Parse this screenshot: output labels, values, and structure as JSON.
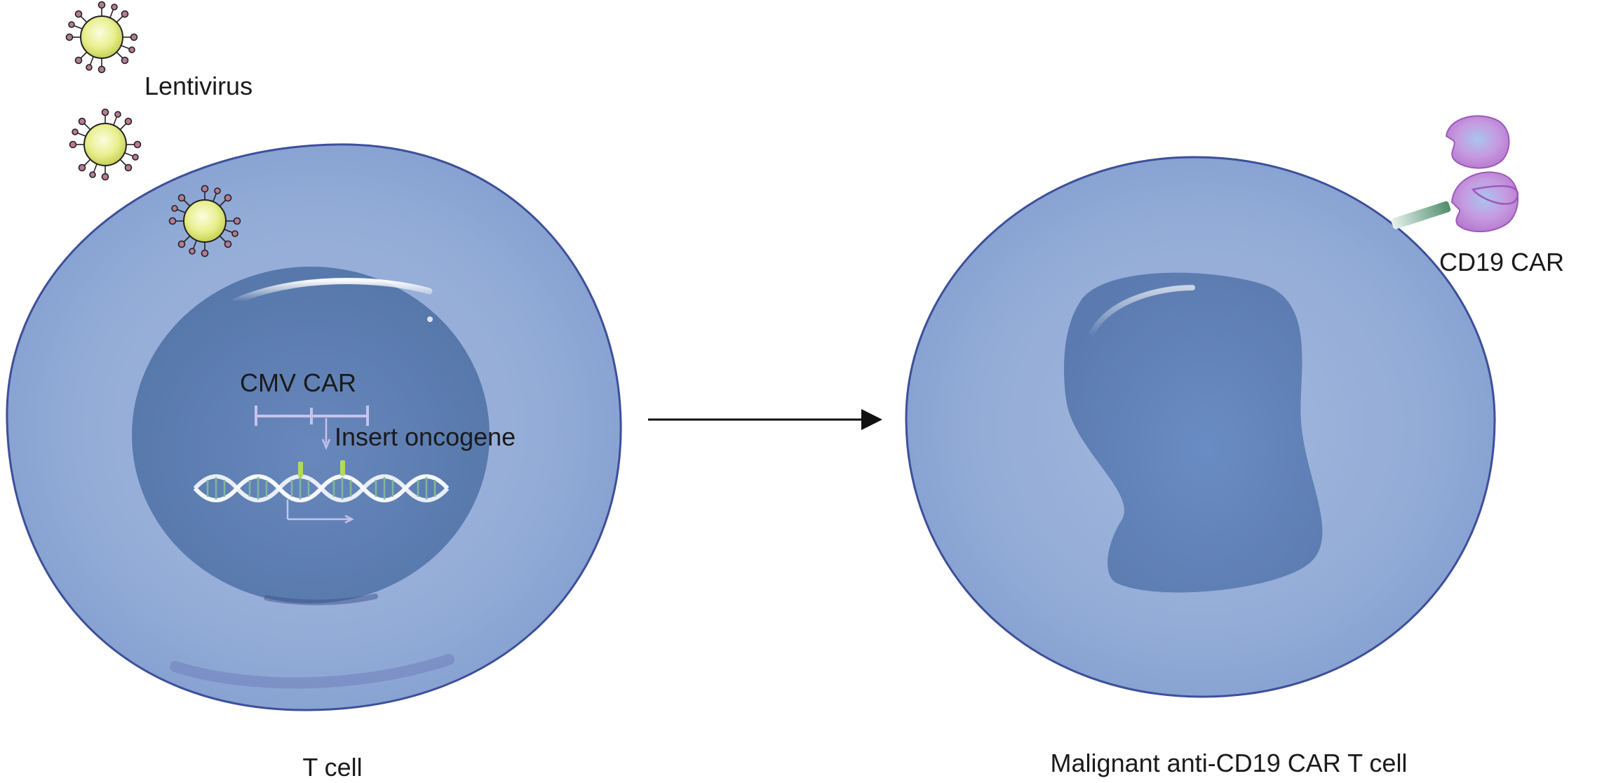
{
  "labels": {
    "lentivirus": "Lentivirus",
    "cmv_car": "CMV CAR",
    "insert_oncogene": "Insert oncogene",
    "cd19_car": "CD19 CAR",
    "t_cell": "T cell",
    "malignant_cell": "Malignant anti-CD19 CAR T cell"
  },
  "colors": {
    "cell_fill": "#8fa9d4",
    "cell_stroke": "#3d4f9a",
    "nucleus_fill": "#5f80b2",
    "virus_core": "#eef29a",
    "virus_spike": "#a0607a",
    "car_receptor": "#c48ad6",
    "car_stalk": "#5f9a7a",
    "arrow": "#111111"
  }
}
